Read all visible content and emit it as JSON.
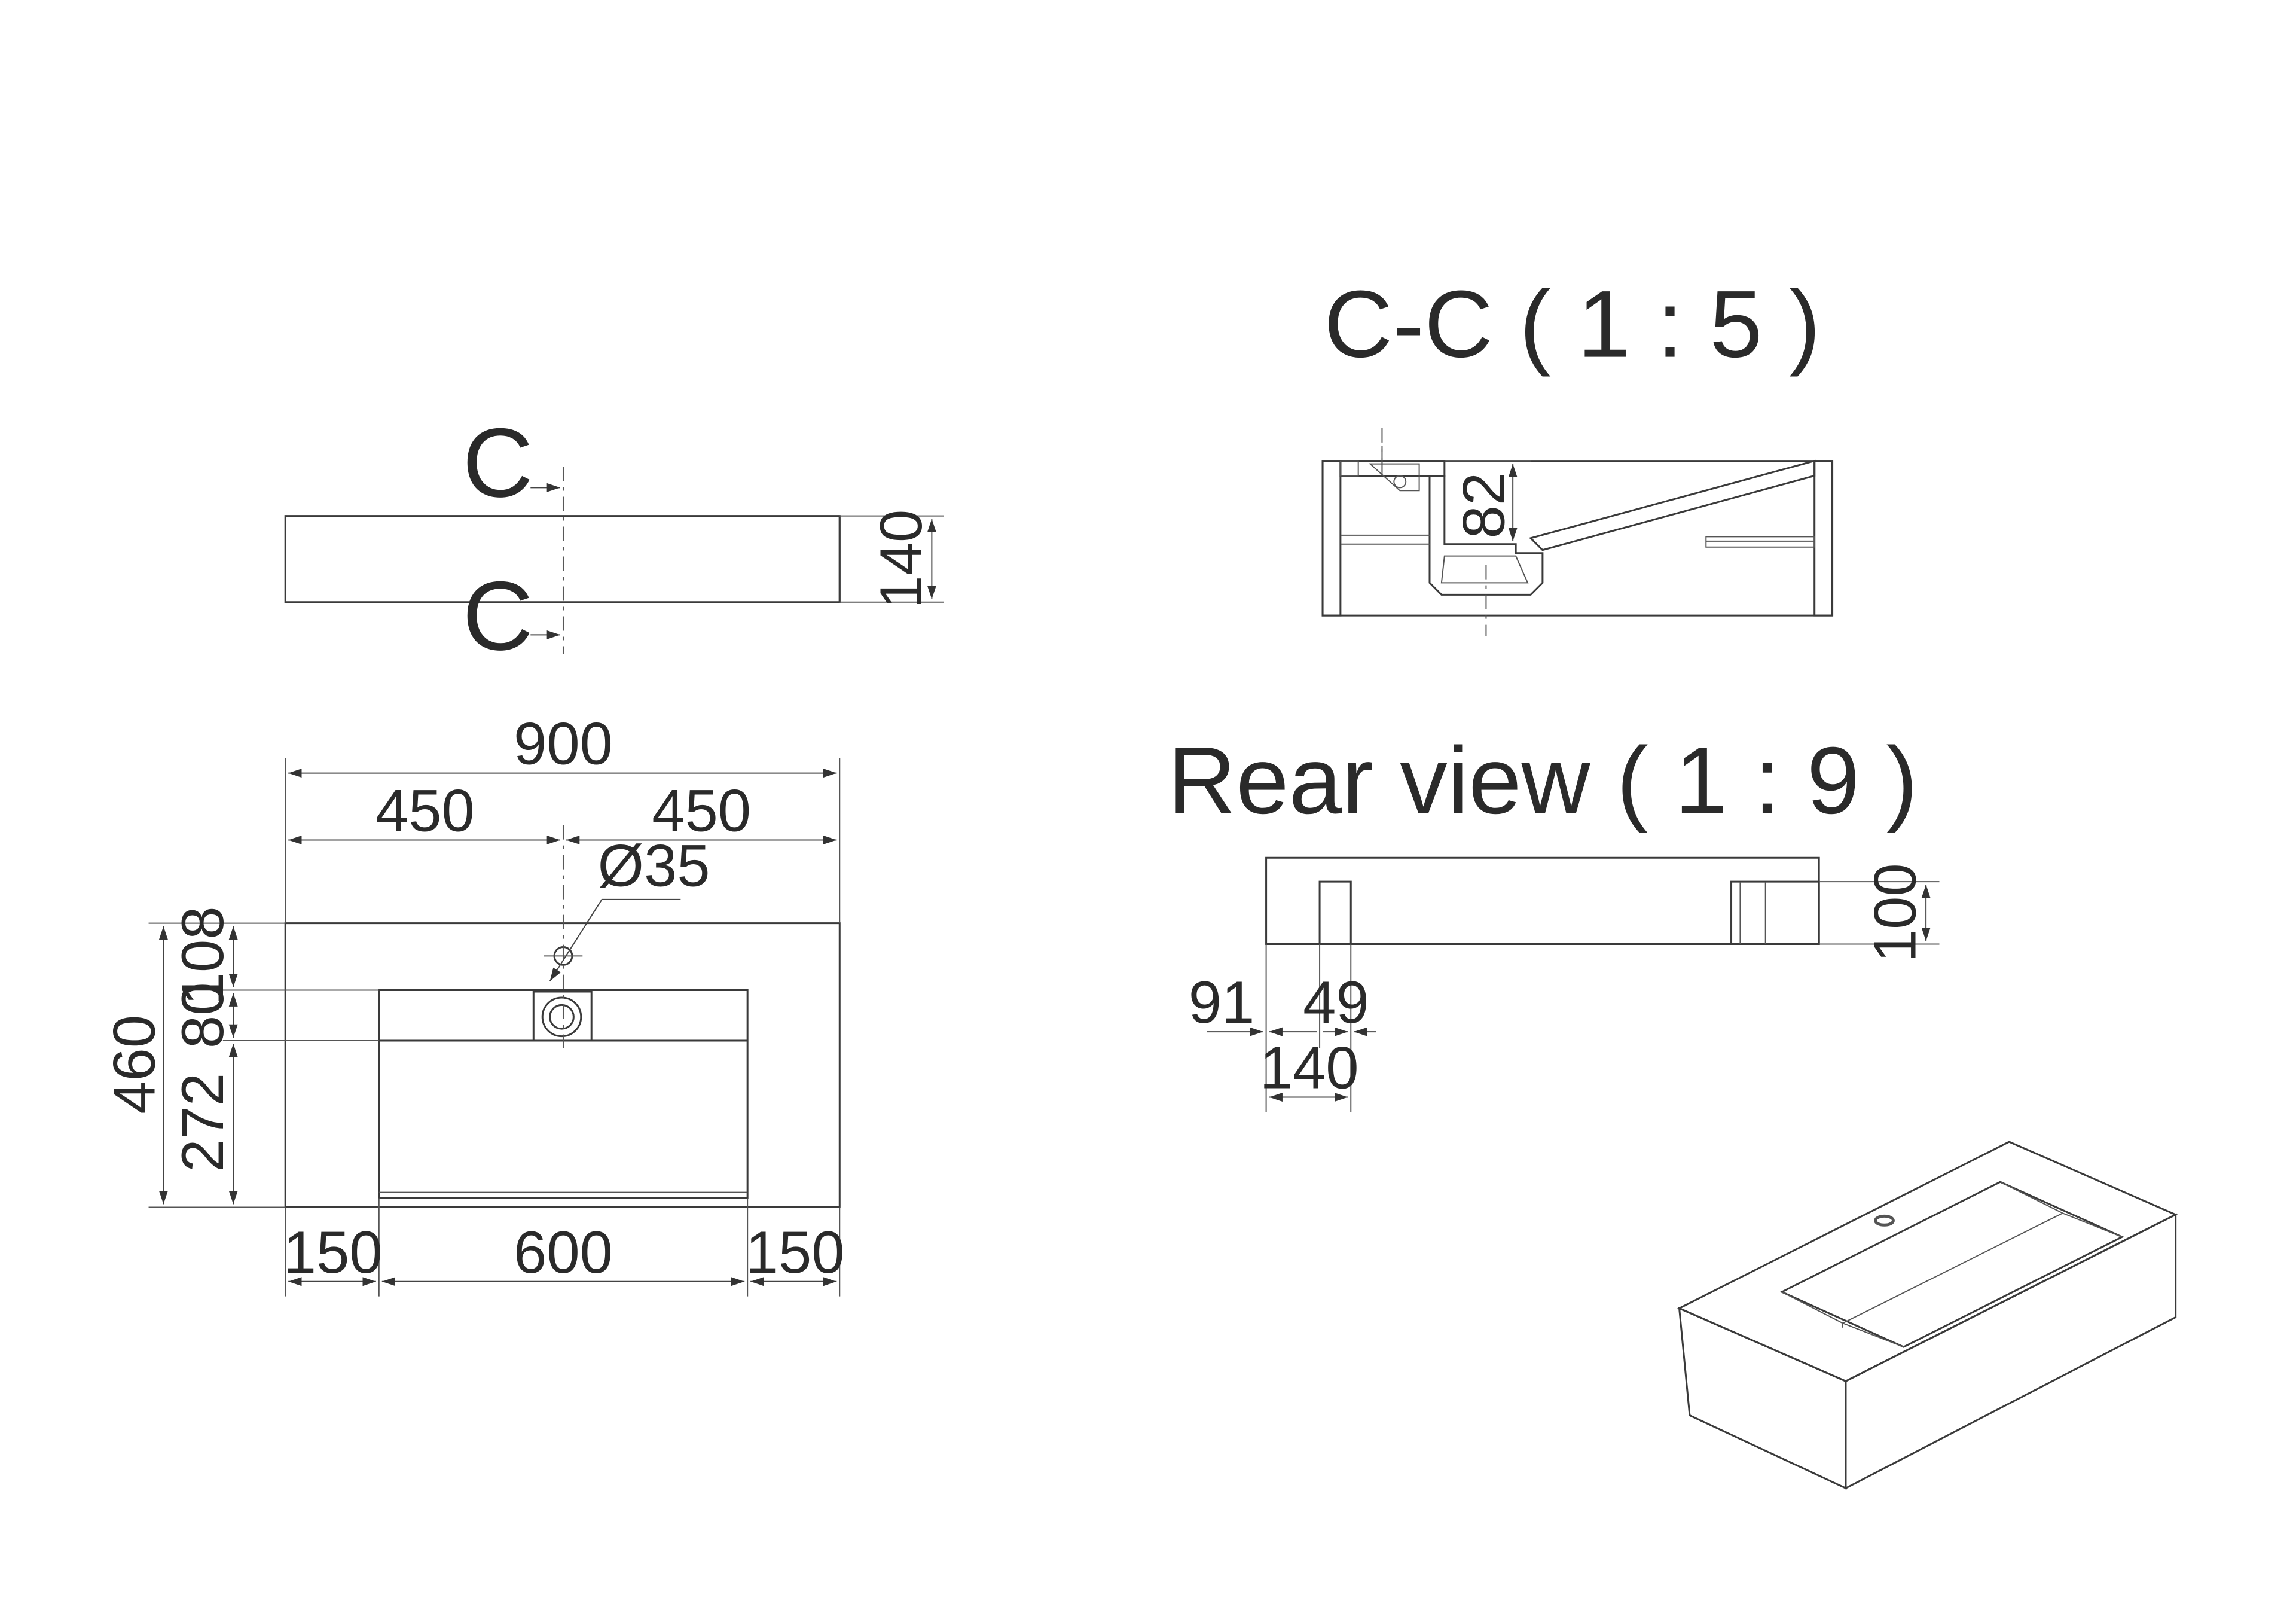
{
  "section_marker": {
    "top": "C",
    "bottom": "C"
  },
  "side_view": {
    "height": "140"
  },
  "plan_view": {
    "overall_width": "900",
    "left_half": "450",
    "right_half": "450",
    "hole_diameter": "Ø35",
    "overall_depth": "460",
    "front_offset": "108",
    "drain_band": "80",
    "basin_depth": "272",
    "left_margin": "150",
    "basin_width": "600",
    "right_margin": "150"
  },
  "section_view": {
    "title": "C-C ( 1 : 5 )",
    "depth": "82"
  },
  "rear_view": {
    "title": "Rear view ( 1 : 9 )",
    "bracket_height": "100",
    "offset": "91",
    "bracket_width": "49",
    "spacing": "140"
  }
}
